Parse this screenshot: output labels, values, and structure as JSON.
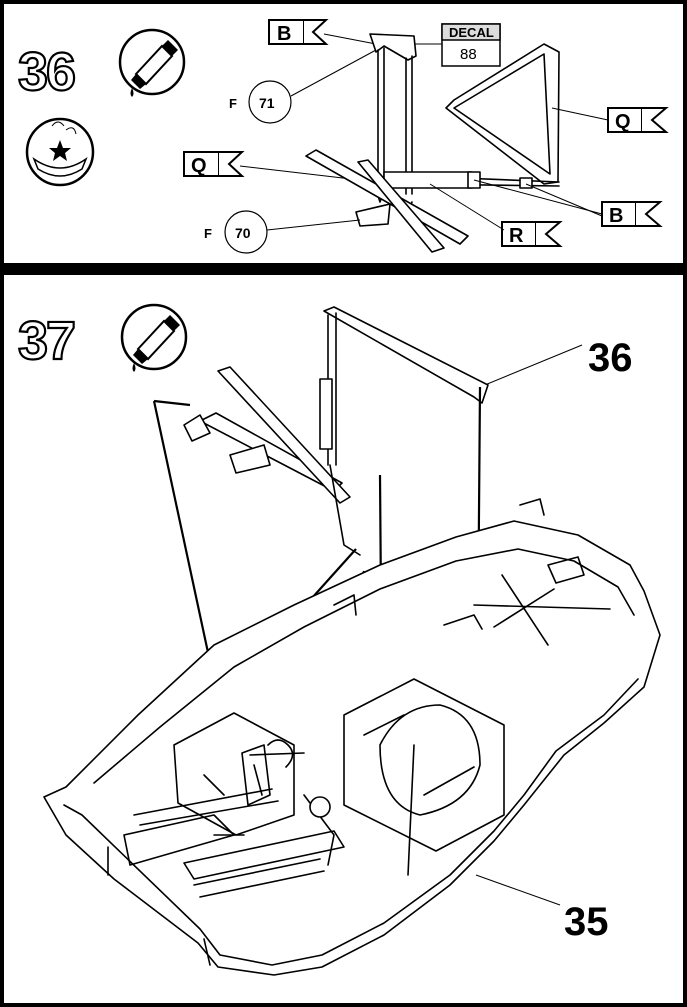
{
  "step36": {
    "number": "36",
    "labels": {
      "b_top": "B",
      "b_right": "B",
      "q_left": "Q",
      "q_right": "Q",
      "r": "R"
    },
    "decal_title": "DECAL",
    "decal_number": "88",
    "parts": [
      {
        "letter": "F",
        "number": "71"
      },
      {
        "letter": "F",
        "number": "70"
      }
    ],
    "icons": [
      "glue-tube-icon",
      "paint-star-icon"
    ]
  },
  "step37": {
    "number": "37",
    "callout_top": "36",
    "callout_bottom": "35",
    "icons": [
      "glue-tube-icon"
    ]
  },
  "colors": {
    "border": "#000000",
    "background": "#ffffff"
  }
}
